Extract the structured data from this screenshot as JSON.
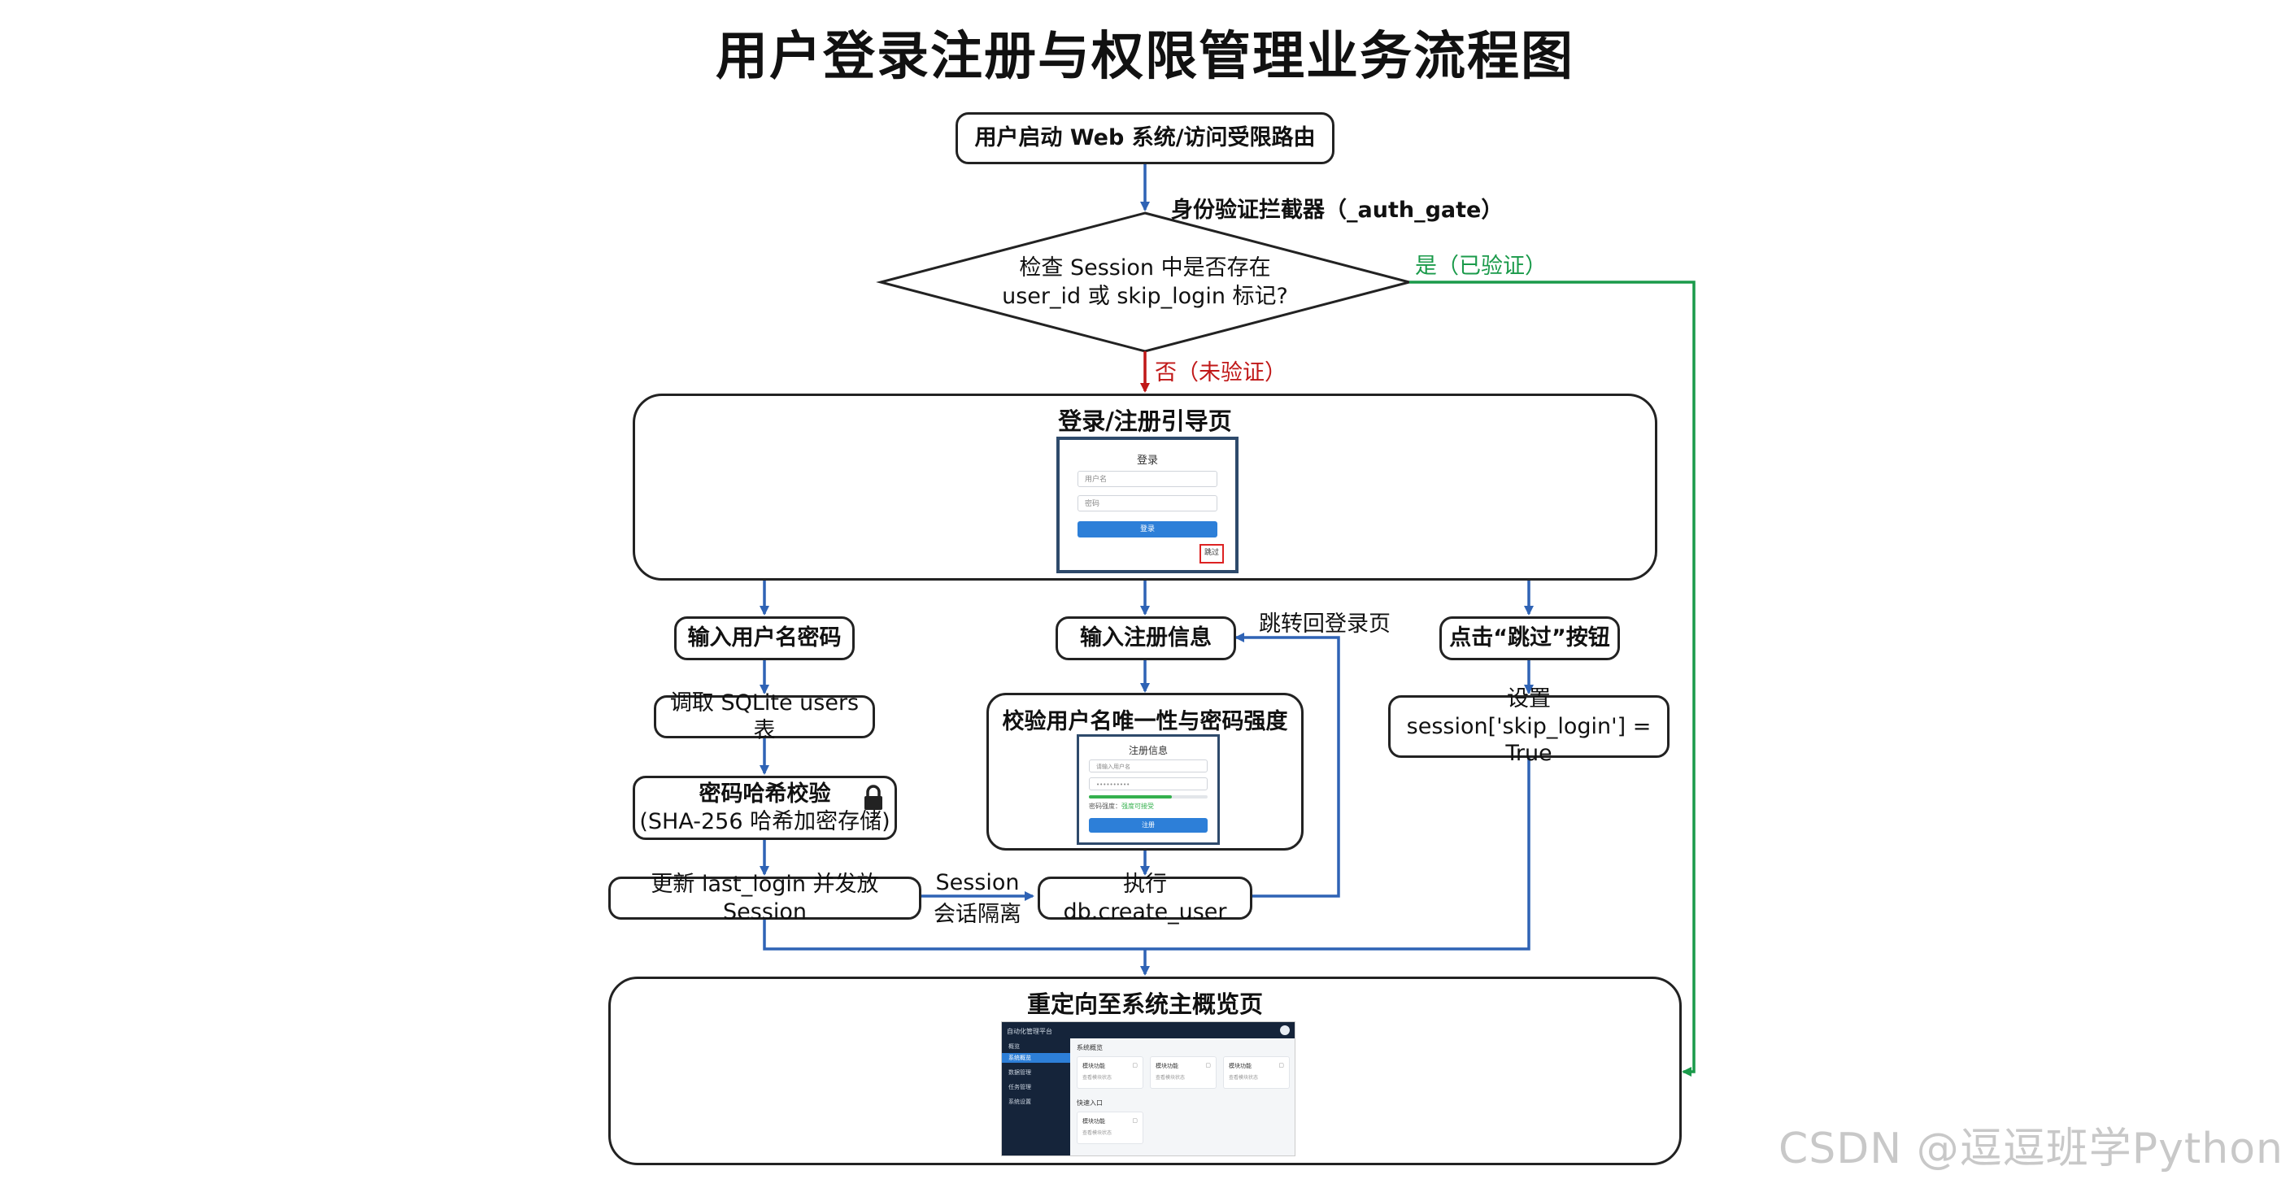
{
  "title": "用户登录注册与权限管理业务流程图",
  "colors": {
    "flow": "#2f63b5",
    "yes": "#1a9a4a",
    "no": "#c01818",
    "border": "#222222"
  },
  "nodes": {
    "start": "用户启动 Web 系统/访问受限路由",
    "interceptor": "身份验证拦截器（_auth_gate）",
    "decision_line1": "检查 Session 中是否存在",
    "decision_line2": "user_id 或 skip_login 标记?",
    "yes_label": "是（已验证）",
    "no_label": "否（未验证）",
    "guide_page": "登录/注册引导页",
    "input_username": "输入用户名密码",
    "query_users": "调取 SQLite users 表",
    "hash_check_line1": "密码哈希校验",
    "hash_check_line2": "(SHA-256 哈希加密存储)",
    "update_login": "更新 last_login 并发放 Session",
    "session_label_line1": "Session",
    "session_label_line2": "会话隔离",
    "input_register": "输入注册信息",
    "jump_back": "跳转回登录页",
    "validate_register": "校验用户名唯一性与密码强度",
    "create_user": "执行 db.create_user",
    "click_skip": "点击“跳过”按钮",
    "set_skip_line1": "设置",
    "set_skip_line2": "session['skip_login'] = True",
    "redirect": "重定向至系统主概览页"
  },
  "icons": {
    "lock": "lock-icon"
  },
  "login_mock": {
    "title": "登录",
    "username_placeholder": "用户名",
    "password_placeholder": "密码",
    "login_button": "登录",
    "skip_button": "跳过"
  },
  "register_mock": {
    "title": "注册信息",
    "username_placeholder": "请输入用户名",
    "password_value": "••••••••••",
    "strength_label": "密码强度：",
    "strength_value": "强度可接受",
    "submit_button": "注册"
  },
  "dashboard_mock": {
    "brand": "自动化管理平台",
    "nav": [
      "概览",
      "系统概览",
      "数据管理",
      "任务管理",
      "系统设置"
    ],
    "section1": "系统概览",
    "section2": "快速入口",
    "cards": [
      {
        "title": "模块功能",
        "desc": "查看模块状态"
      },
      {
        "title": "模块功能",
        "desc": "查看模块状态"
      },
      {
        "title": "模块功能",
        "desc": "查看模块状态"
      },
      {
        "title": "模块功能",
        "desc": "查看模块状态"
      }
    ]
  },
  "watermark": "CSDN @逗逗班学Python"
}
